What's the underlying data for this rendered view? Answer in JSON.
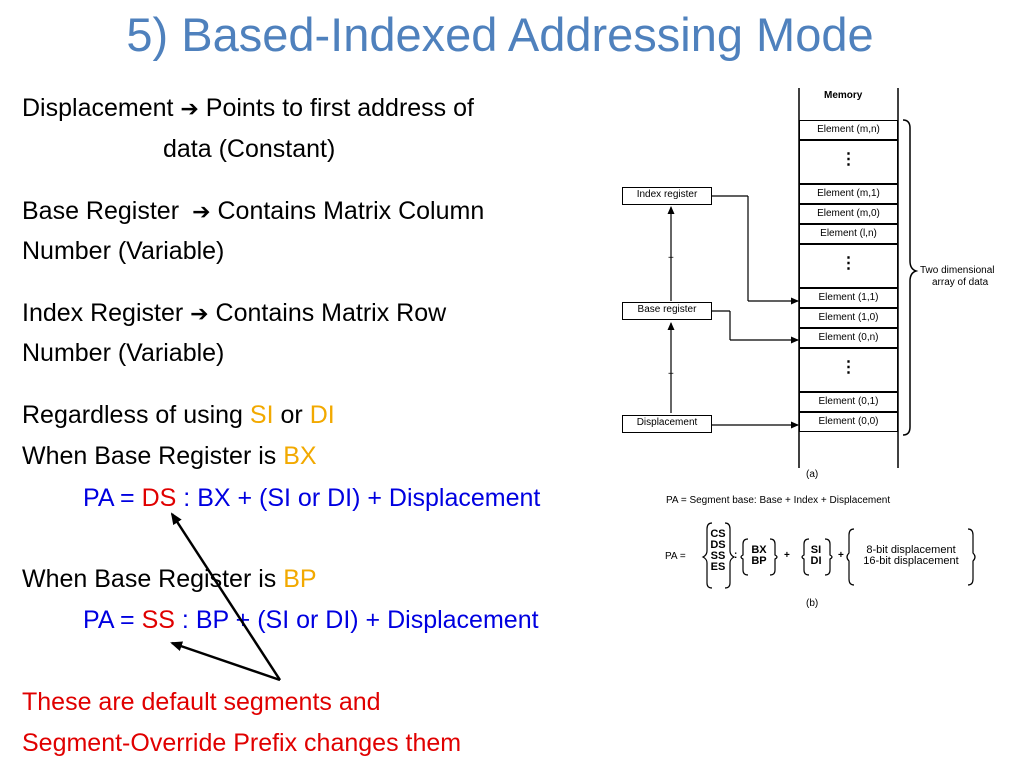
{
  "title": "5) Based-Indexed Addressing Mode",
  "left": {
    "displacement": {
      "term": "Displacement",
      "text1": "Points to first address of",
      "text2": "data (Constant)"
    },
    "base": {
      "term": "Base Register",
      "text1": "Contains Matrix Column",
      "text2": "Number (Variable)"
    },
    "index": {
      "term": "Index Register",
      "text1": "Contains Matrix Row",
      "text2": "Number (Variable)"
    },
    "regardless": {
      "prefix": "Regardless of using",
      "si": "SI",
      "or": "or",
      "di": "DI"
    },
    "when_bx": {
      "prefix": "When Base Register is",
      "reg": "BX"
    },
    "pa_ds": {
      "prefix": "PA = ",
      "seg": "DS",
      "rest": ": BX + (SI or DI) + Displacement"
    },
    "when_bp": {
      "prefix": "When Base Register is",
      "reg": "BP"
    },
    "pa_ss": {
      "prefix": "PA = ",
      "seg": "SS",
      "rest": ": BP + (SI or DI) + Displacement"
    },
    "note1": "These are default segments and",
    "note2": "Segment-Override Prefix changes them"
  },
  "figure": {
    "memory_label": "Memory",
    "cells": [
      "Element (m,n)",
      "⋮",
      "Element (m,1)",
      "Element (m,0)",
      "Element (l,n)",
      "⋮",
      "Element (1,1)",
      "Element (1,0)",
      "Element (0,n)",
      "⋮",
      "Element (0,1)",
      "Element (0,0)"
    ],
    "index_register": "Index register",
    "base_register": "Base register",
    "displacement": "Displacement",
    "plus": "+",
    "two_dim_1": "Two dimensional",
    "two_dim_2": "array of data",
    "caption_a": "(a)",
    "formula": "PA = Segment base: Base + Index + Displacement",
    "pa_eq": "PA =",
    "segs": [
      "CS",
      "DS",
      "SS",
      "ES"
    ],
    "colon": ":",
    "bases": [
      "BX",
      "BP"
    ],
    "indexes": [
      "SI",
      "DI"
    ],
    "disps": [
      "8-bit displacement",
      "16-bit displacement"
    ],
    "caption_b": "(b)"
  },
  "colors": {
    "title": "#4f81bd",
    "highlight": "#f2a900",
    "blue": "#0000e0",
    "red": "#e00000"
  },
  "icons": {
    "arrow": "right-arrow-icon"
  }
}
